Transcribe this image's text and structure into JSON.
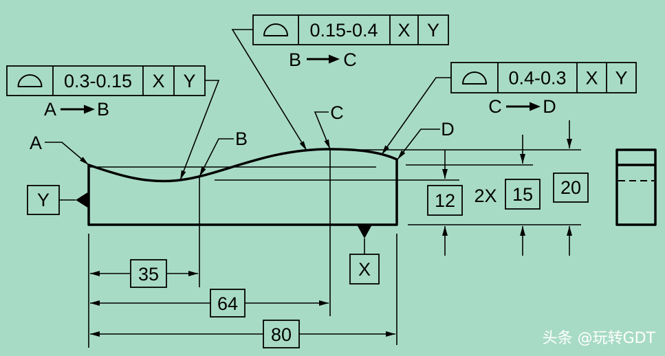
{
  "fcf": {
    "top": {
      "symbol": "profile-of-surface-icon",
      "tolerance": "0.15-0.4",
      "datum_primary": "X",
      "datum_secondary": "Y",
      "from": "B",
      "to": "C"
    },
    "left": {
      "symbol": "profile-of-surface-icon",
      "tolerance": "0.3-0.15",
      "datum_primary": "X",
      "datum_secondary": "Y",
      "from": "A",
      "to": "B"
    },
    "right": {
      "symbol": "profile-of-surface-icon",
      "tolerance": "0.4-0.3",
      "datum_primary": "X",
      "datum_secondary": "Y",
      "from": "C",
      "to": "D"
    }
  },
  "points": {
    "a": "A",
    "b": "B",
    "c": "C",
    "d": "D"
  },
  "datums": {
    "y": "Y",
    "x": "X"
  },
  "dimensions": {
    "d35": "35",
    "d64": "64",
    "d80": "80",
    "d12": "12",
    "count_prefix": "2X",
    "d15": "15",
    "d20": "20"
  },
  "watermark": "头条 @玩转GDT",
  "colors": {
    "background": "#a8dbc6",
    "ink": "#000000",
    "watermark": "#ffffff"
  }
}
